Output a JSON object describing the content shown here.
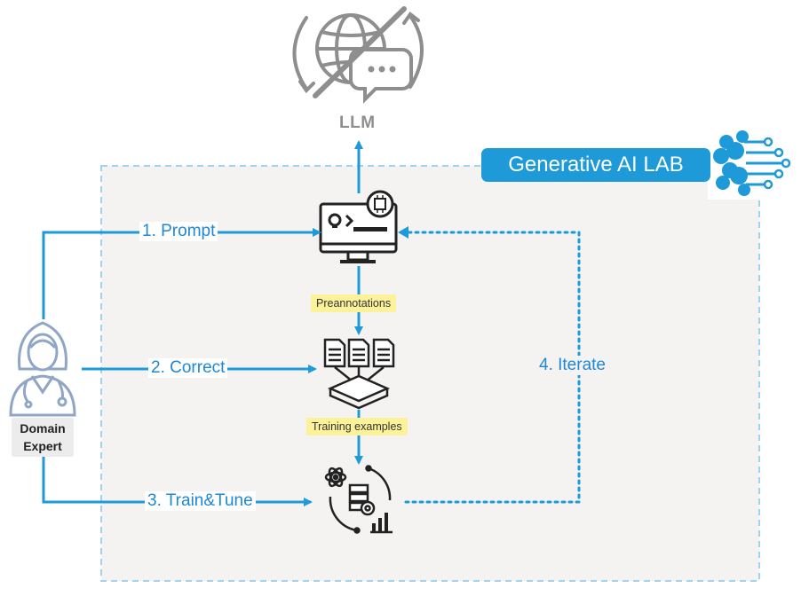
{
  "llm": {
    "label": "LLM"
  },
  "lab": {
    "title": "Generative AI LAB"
  },
  "expert": {
    "line1": "Domain",
    "line2": "Expert"
  },
  "steps": {
    "prompt": "1. Prompt",
    "correct": "2. Correct",
    "train": "3. Train&Tune",
    "iterate": "4. Iterate"
  },
  "chips": {
    "preannotations": "Preannotations",
    "training": "Training examples"
  },
  "colors": {
    "accent": "#1f9ad8",
    "lab_box_fill": "#f4f3f2",
    "lab_box_border": "#9fd3f0",
    "icon_dark": "#222222",
    "icon_gray": "#8e8e8e",
    "avatar_outline": "#8fa6c4",
    "highlight": "#fbf29a"
  }
}
